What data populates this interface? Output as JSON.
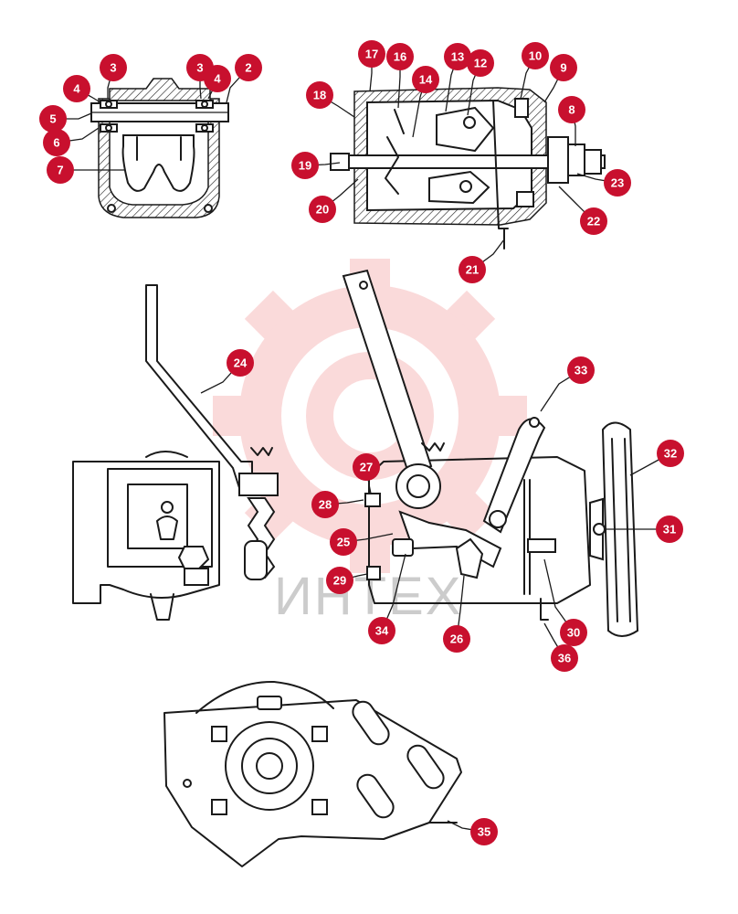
{
  "colors": {
    "badge": "#c8102e",
    "watermark": "#e8363a",
    "ink": "#1a1a1a"
  },
  "watermark": {
    "icon": "gear-icon",
    "text": "ИНТЕХ"
  },
  "callouts": [
    "2",
    "3",
    "3",
    "4",
    "4",
    "5",
    "6",
    "7",
    "8",
    "9",
    "10",
    "12",
    "13",
    "14",
    "16",
    "17",
    "18",
    "19",
    "20",
    "21",
    "22",
    "23",
    "24",
    "25",
    "26",
    "27",
    "28",
    "29",
    "30",
    "31",
    "32",
    "33",
    "34",
    "35",
    "36"
  ]
}
